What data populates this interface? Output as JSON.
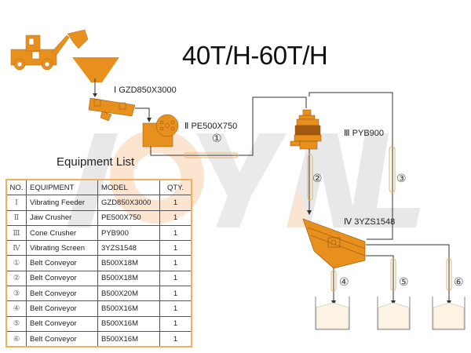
{
  "title": "40T/H-60T/H",
  "watermark": "JOYAL",
  "equipment_list_heading": "Equipment List",
  "diagram_labels": {
    "feeder": "Ⅰ GZD850X3000",
    "jaw": "Ⅱ PE500X750",
    "cone": "Ⅲ PYB900",
    "screen": "Ⅳ 3YZS1548",
    "c1": "①",
    "c2": "②",
    "c3": "③",
    "c4": "④",
    "c5": "⑤",
    "c6": "⑥"
  },
  "table": {
    "headers": [
      "NO.",
      "EQUIPMENT",
      "MODEL",
      "QTY."
    ],
    "rows": [
      [
        "Ⅰ",
        "Vibrating Feeder",
        "GZD850X3000",
        "1"
      ],
      [
        "Ⅱ",
        "Jaw Crusher",
        "PE500X750",
        "1"
      ],
      [
        "Ⅲ",
        "Cone Crusher",
        "PYB900",
        "1"
      ],
      [
        "Ⅳ",
        "Vibrating Screen",
        "3YZS1548",
        "1"
      ],
      [
        "①",
        "Belt Conveyor",
        "B500X18M",
        "1"
      ],
      [
        "②",
        "Belt Conveyor",
        "B500X18M",
        "1"
      ],
      [
        "③",
        "Belt Conveyor",
        "B500X20M",
        "1"
      ],
      [
        "④",
        "Belt Conveyor",
        "B500X16M",
        "1"
      ],
      [
        "⑤",
        "Belt Conveyor",
        "B500X16M",
        "1"
      ],
      [
        "⑥",
        "Belt Conveyor",
        "B500X16M",
        "1"
      ]
    ]
  },
  "colors": {
    "machine": "#e8901e",
    "watermark_gray": "#e4e4e4",
    "watermark_orange": "#fbe3cc",
    "line": "#333333"
  }
}
